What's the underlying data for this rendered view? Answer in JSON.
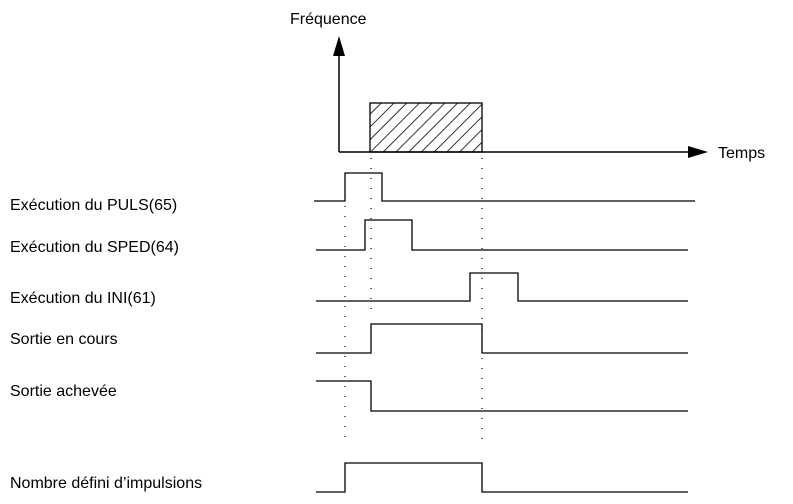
{
  "axes": {
    "y_label": "Fréquence",
    "x_label": "Temps"
  },
  "signals": [
    {
      "name": "puls",
      "label": "Exécution du PULS(65)"
    },
    {
      "name": "sped",
      "label": "Exécution du SPED(64)"
    },
    {
      "name": "ini",
      "label": "Exécution du INI(61)"
    },
    {
      "name": "output-in-progress",
      "label": "Sortie en cours"
    },
    {
      "name": "output-complete",
      "label": "Sortie achevée"
    },
    {
      "name": "pulse-count-set",
      "label": "Nombre défini d’impulsions"
    }
  ],
  "colors": {
    "ink": "#000000",
    "background": "#ffffff"
  }
}
